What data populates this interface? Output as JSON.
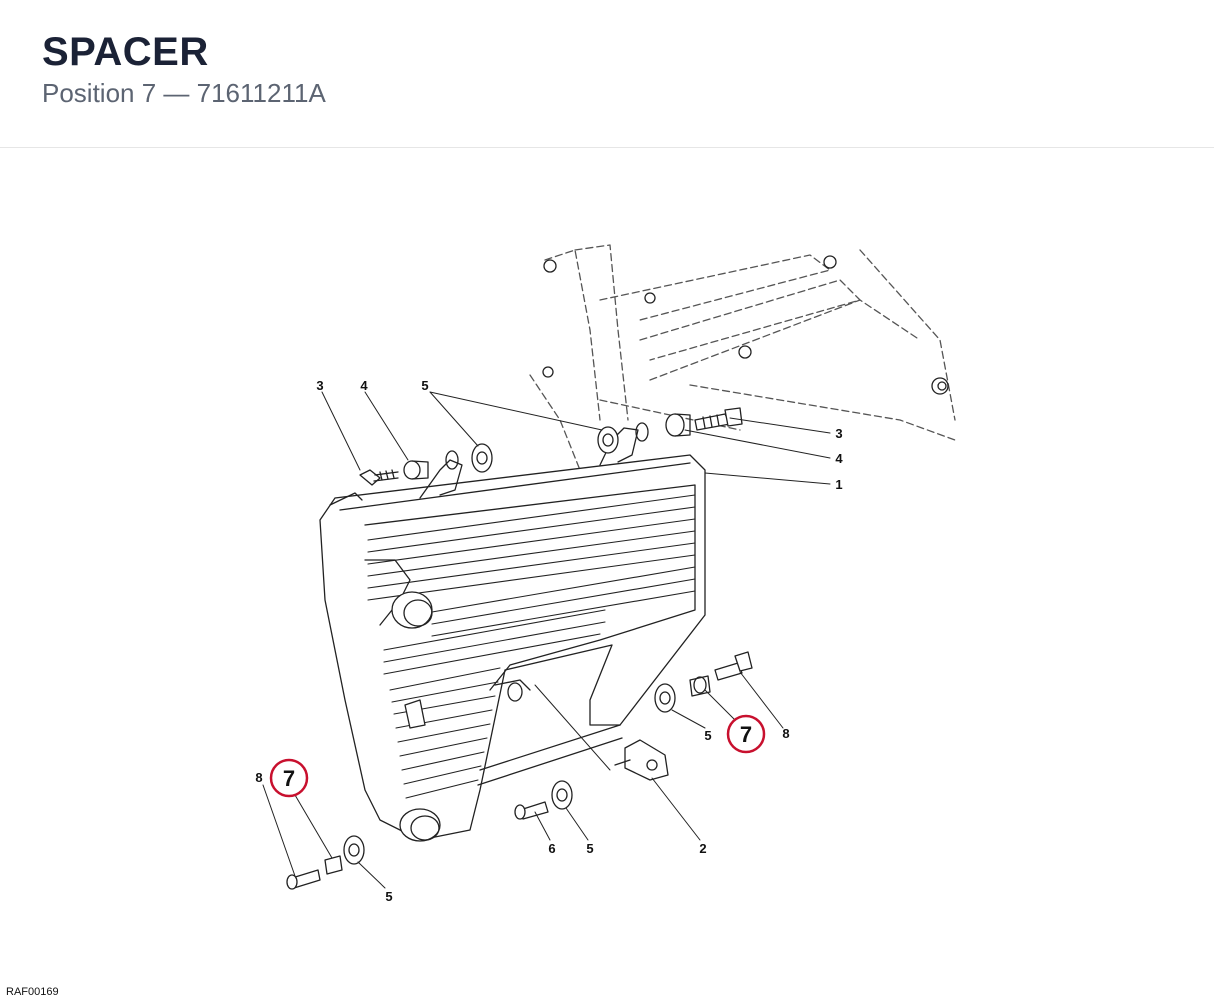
{
  "header": {
    "title": "SPACER",
    "subtitle": "Position 7 — 71611211A"
  },
  "callouts": {
    "c1": "1",
    "c2": "2",
    "c3a": "3",
    "c3b": "3",
    "c4a": "4",
    "c4b": "4",
    "c5a": "5",
    "c5b": "5",
    "c5c": "5",
    "c5d": "5",
    "c6": "6",
    "c8a": "8",
    "c8b": "8",
    "c7a": "7",
    "c7b": "7"
  },
  "highlight_color": "#c8102e",
  "footer": {
    "ref_code": "RAF00169"
  }
}
